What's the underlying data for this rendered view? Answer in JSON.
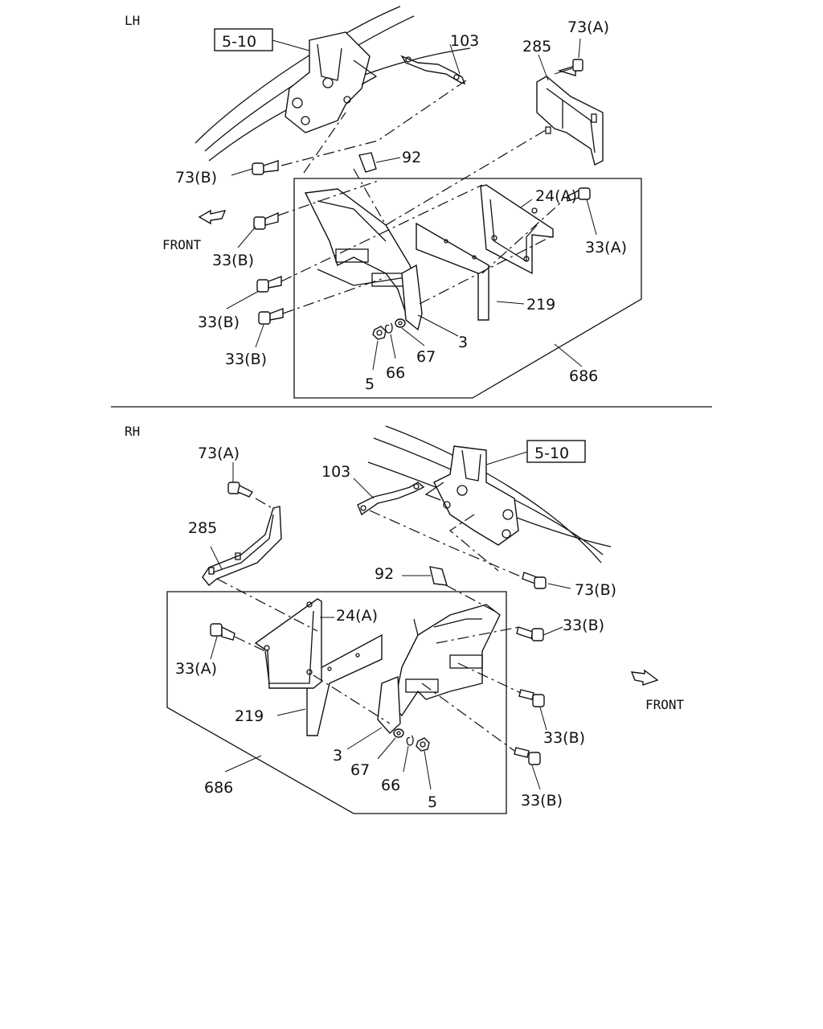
{
  "sections": {
    "lh": "LH",
    "rh": "RH"
  },
  "front_label": "FRONT",
  "ref_box": "5-10",
  "lh_callouts": {
    "p103": "103",
    "p285": "285",
    "p73a": "73(A)",
    "p73b": "73(B)",
    "p92": "92",
    "p24a": "24(A)",
    "p33a": "33(A)",
    "p33b_1": "33(B)",
    "p33b_2": "33(B)",
    "p33b_3": "33(B)",
    "p219": "219",
    "p3": "3",
    "p67": "67",
    "p66": "66",
    "p5": "5",
    "p686": "686"
  },
  "rh_callouts": {
    "p73a": "73(A)",
    "p103": "103",
    "p285": "285",
    "p92": "92",
    "p73b": "73(B)",
    "p24a": "24(A)",
    "p33b_1": "33(B)",
    "p33a": "33(A)",
    "p219": "219",
    "p33b_2": "33(B)",
    "p3": "3",
    "p67": "67",
    "p66": "66",
    "p5": "5",
    "p33b_3": "33(B)",
    "p686": "686"
  }
}
